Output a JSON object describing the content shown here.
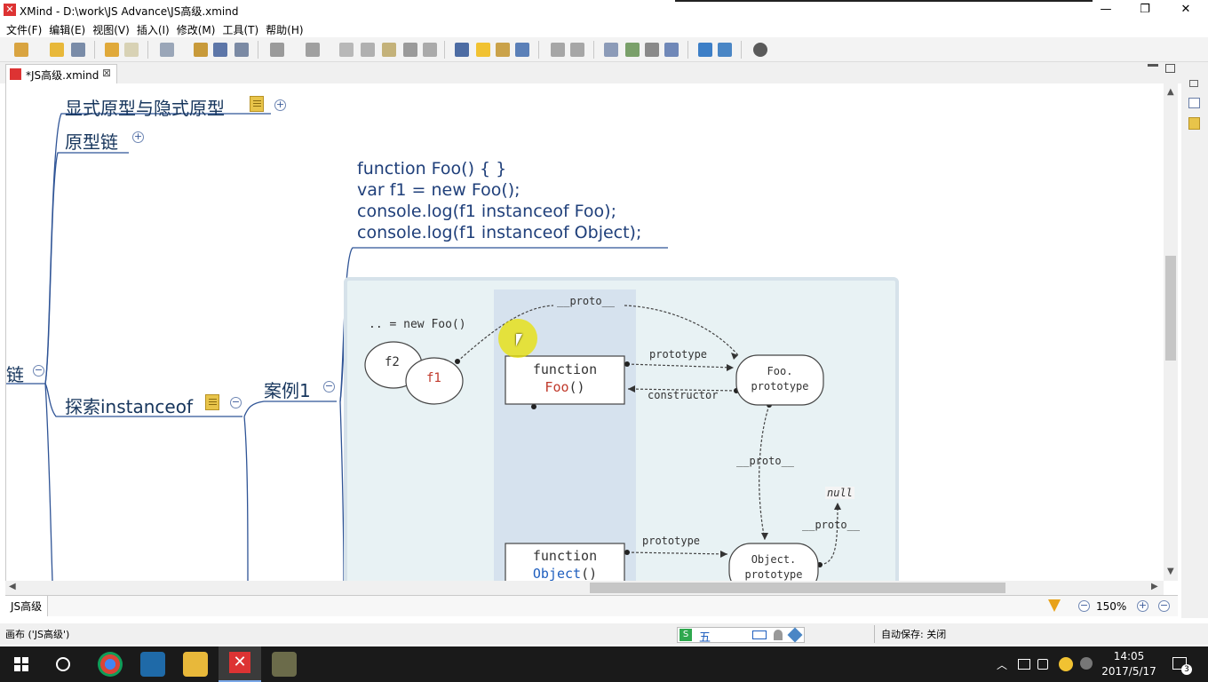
{
  "window": {
    "title": "XMind - D:\\work\\JS Advance\\JS高级.xmind",
    "min": "—",
    "max": "❐",
    "close": "✕"
  },
  "menu": [
    "文件(F)",
    "编辑(E)",
    "视图(V)",
    "插入(I)",
    "修改(M)",
    "工具(T)",
    "帮助(H)"
  ],
  "tab": {
    "label": "*JS高级.xmind",
    "close": "⊠"
  },
  "nodes": {
    "explicit": "显式原型与隐式原型",
    "chain": "原型链",
    "explore": "探索instanceof",
    "case1": "案例1",
    "left_cut": "链",
    "plus": "+",
    "minus": "−"
  },
  "code": [
    "function Foo() {  }",
    "var f1 = new Foo();",
    "console.log(f1 instanceof Foo);",
    "console.log(f1 instanceof Object);"
  ],
  "diagram": {
    "new_foo": ".. = new Foo()",
    "f2": "f2",
    "f1": "f1",
    "proto_top": "__proto__",
    "func_foo_1": "function",
    "func_foo_2": "Foo",
    "paren": "()",
    "prototype1": "prototype",
    "constructor": "constructor",
    "foo_proto_1": "Foo.",
    "foo_proto_2": "prototype",
    "proto_mid": "__proto__",
    "null": "null",
    "proto_right": "__proto__",
    "func_obj_1": "function",
    "func_obj_2": "Object",
    "prototype2": "prototype",
    "obj_proto_1": "Object.",
    "obj_proto_2": "prototype"
  },
  "sheet": {
    "name": "JS高级",
    "zoom": "150%"
  },
  "status": {
    "left": "画布 ('JS高级')",
    "autosave": "自动保存: 关闭",
    "ime": "五"
  },
  "clock": {
    "time": "14:05",
    "date": "2017/5/17",
    "badge": "3"
  },
  "colors": {
    "node": "#17365d",
    "line": "#2f5496",
    "accent": "#c0392b"
  }
}
